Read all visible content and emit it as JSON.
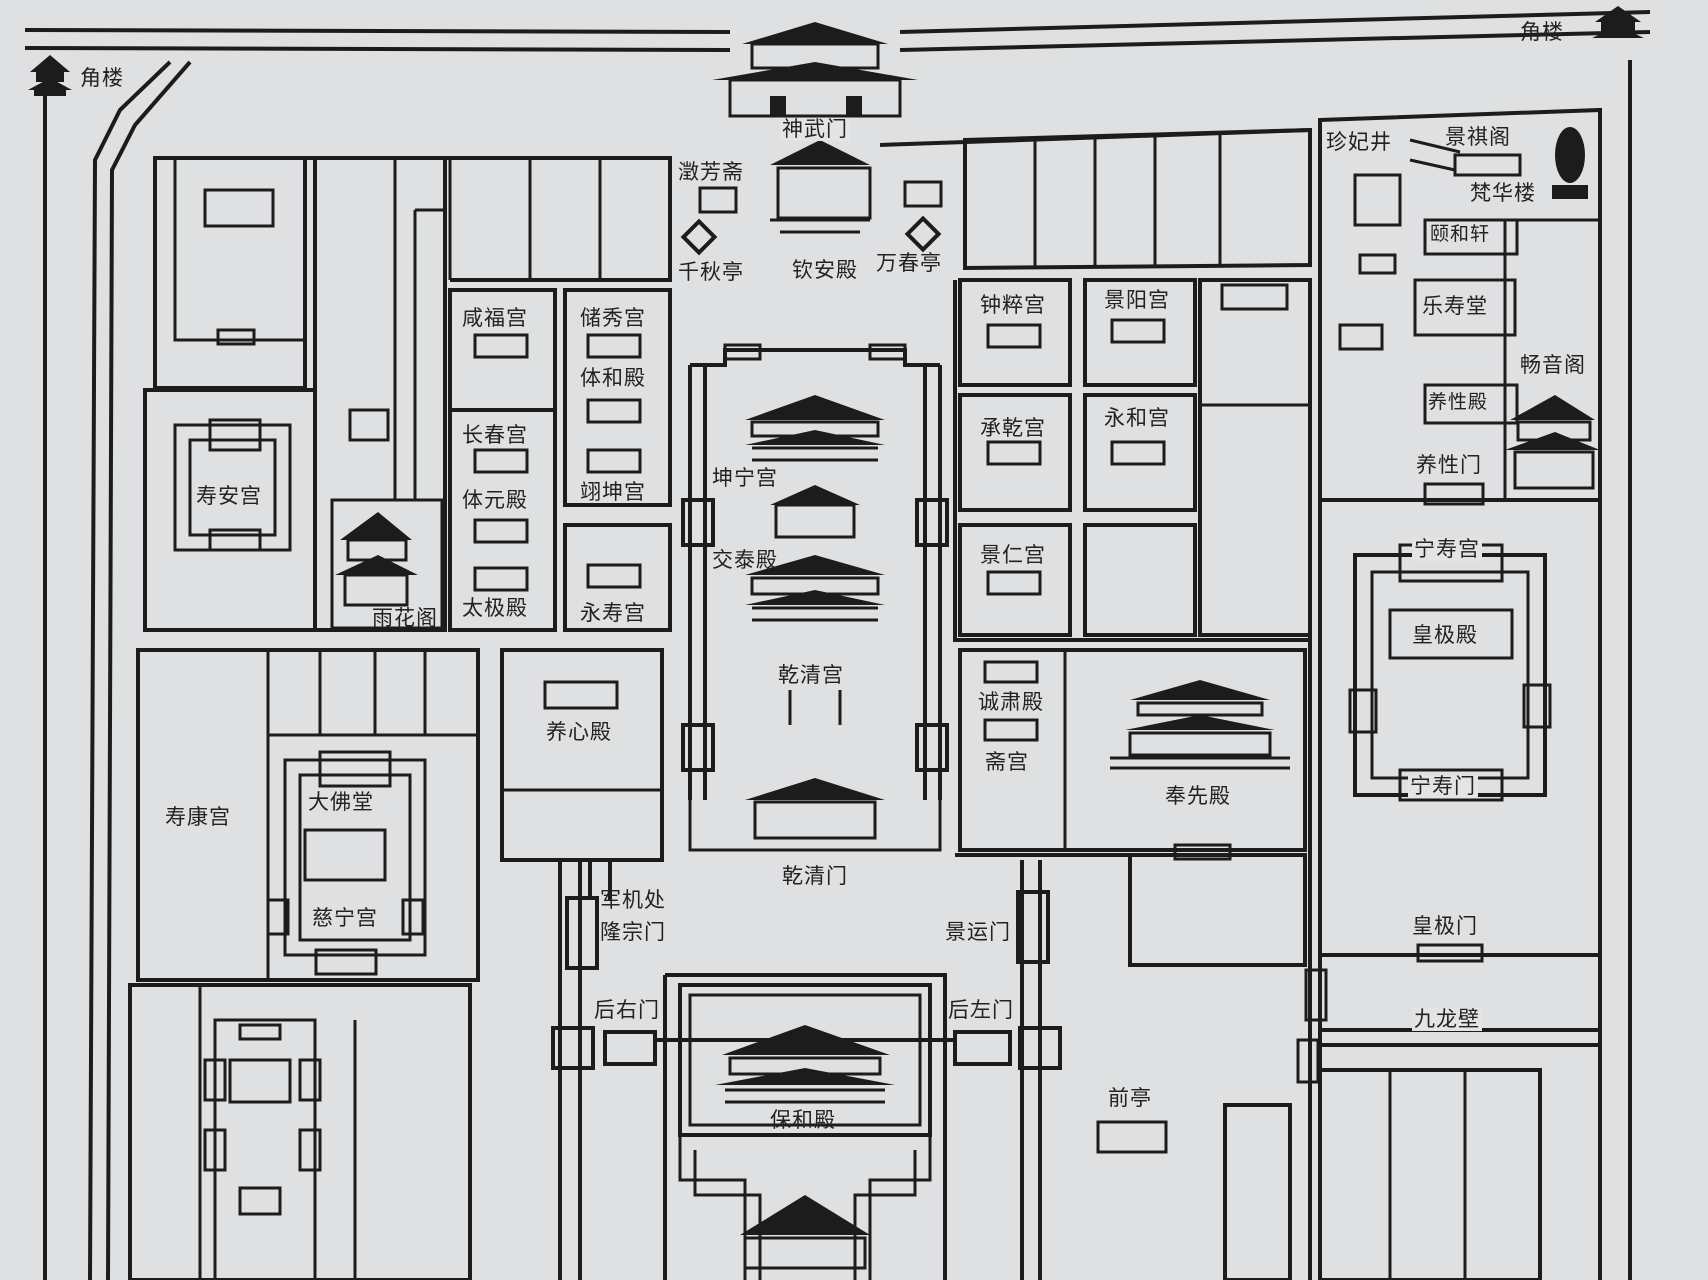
{
  "map": {
    "colors": {
      "paper": "#dfe0e1",
      "ink": "#1c1c1c",
      "text": "#222222"
    },
    "labels": {
      "corner_tower_left": "角楼",
      "corner_tower_right": "角楼",
      "shenwu_gate": "神武门",
      "jingfang_studio": "澂芳斋",
      "qianqiu_pavilion": "千秋亭",
      "qinan_hall": "钦安殿",
      "wanchun_pavilion": "万春亭",
      "zhenfei_well": "珍妃井",
      "jingqi_pavilion": "景祺阁",
      "fanhua_tower": "梵华楼",
      "yihe_studio": "颐和轩",
      "leshou_hall": "乐寿堂",
      "changyin_pavilion": "畅音阁",
      "yangxing_hall": "养性殿",
      "yangxing_gate": "养性门",
      "xianfu_palace": "咸福宫",
      "chuxiu_palace": "储秀宫",
      "tihe_hall": "体和殿",
      "changchun_palace": "长春宫",
      "yikun_palace": "翊坤宫",
      "tiyuan_hall": "体元殿",
      "taiji_hall": "太极殿",
      "yongshou_palace": "永寿宫",
      "shouan_palace": "寿安宫",
      "yuhua_pavilion": "雨花阁",
      "kunning_palace": "坤宁宫",
      "jiaotai_hall": "交泰殿",
      "qianqing_palace": "乾清宫",
      "qianqing_gate": "乾清门",
      "zhongcui_palace": "钟粹宫",
      "jingyang_palace": "景阳宫",
      "chengqian_palace": "承乾宫",
      "yonghe_palace": "永和宫",
      "jingren_palace": "景仁宫",
      "chengsu_hall": "诚肃殿",
      "zhai_palace": "斋宫",
      "fengxian_hall": "奉先殿",
      "ningshou_palace": "宁寿宫",
      "huangji_hall": "皇极殿",
      "ningshou_gate": "宁寿门",
      "huangji_gate": "皇极门",
      "nine_dragon_wall": "九龙壁",
      "yangxin_hall": "养心殿",
      "shoukang_palace": "寿康宫",
      "dafo_hall": "大佛堂",
      "cining_palace": "慈宁宫",
      "grand_council": "军机处",
      "longzong_gate": "隆宗门",
      "jingyun_gate": "景运门",
      "houyou_gate": "后右门",
      "houzuo_gate": "后左门",
      "baohe_hall": "保和殿",
      "front_pavilion": "前亭"
    }
  }
}
